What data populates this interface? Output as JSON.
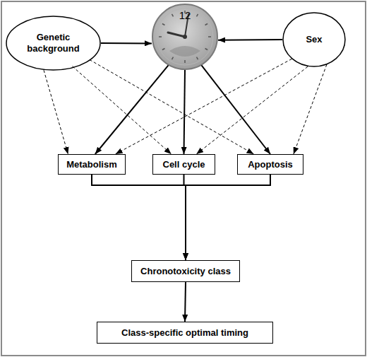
{
  "diagram": {
    "nodes": [
      {
        "text": [
          "Genetic background"
        ]
      },
      {
        "text": [
          "12"
        ]
      },
      {
        "text": [
          "Sex"
        ]
      },
      {
        "text": [
          "Metabolism"
        ]
      },
      {
        "text": [
          "Cell cycle"
        ]
      },
      {
        "text": [
          "Apoptosis"
        ]
      },
      {
        "text": [
          "Chronotoxicity class"
        ]
      },
      {
        "text": [
          "Class-specific optimal timing"
        ]
      }
    ],
    "edges": [
      {
        "from": 0,
        "to": 1,
        "arrow": "to"
      },
      {
        "from": 2,
        "to": 1,
        "arrow": "to"
      },
      {
        "from": 1,
        "to": 3,
        "arrow": "to"
      },
      {
        "from": 1,
        "to": 4,
        "arrow": "to"
      },
      {
        "from": 1,
        "to": 5,
        "arrow": "to"
      },
      {
        "from": 0,
        "to": 3,
        "arrow": "to"
      },
      {
        "from": 0,
        "to": 4,
        "arrow": "to"
      },
      {
        "from": 0,
        "to": 5,
        "arrow": "to"
      },
      {
        "from": 2,
        "to": 3,
        "arrow": "to"
      },
      {
        "from": 2,
        "to": 4,
        "arrow": "to"
      },
      {
        "from": 2,
        "to": 5,
        "arrow": "to"
      },
      {
        "from": 3,
        "to": 6,
        "arrow": "to"
      },
      {
        "from": 4,
        "to": 6,
        "arrow": "to"
      },
      {
        "from": 5,
        "to": 6,
        "arrow": "to"
      },
      {
        "from": 6,
        "to": 7,
        "arrow": "to"
      }
    ]
  }
}
